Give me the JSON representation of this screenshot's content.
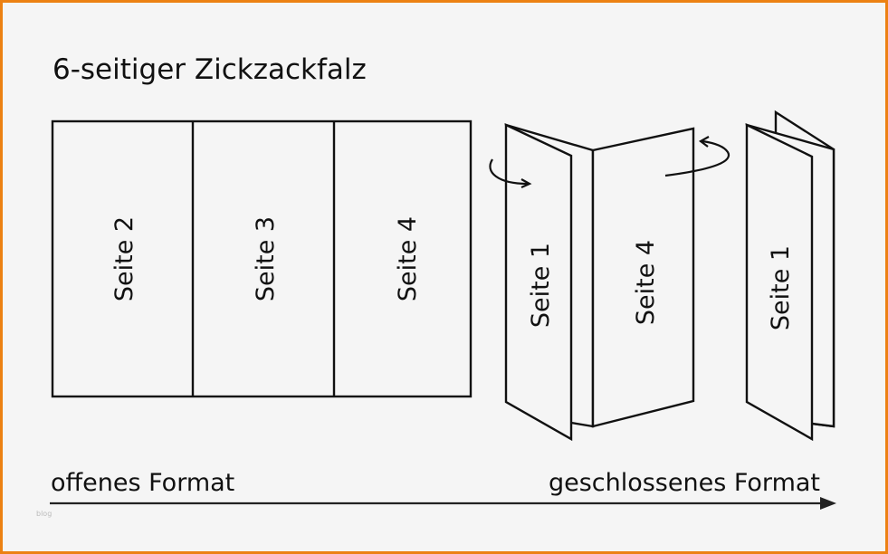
{
  "title": "6-seitiger Zickzackfalz",
  "open_panels": [
    "Seite 2",
    "Seite 3",
    "Seite 4"
  ],
  "folding_panels": [
    "Seite 1",
    "Seite 4"
  ],
  "closed_panel": "Seite 1",
  "arrow_labels": {
    "start": "offenes Format",
    "end": "geschlossenes Format"
  },
  "watermark": "blog"
}
